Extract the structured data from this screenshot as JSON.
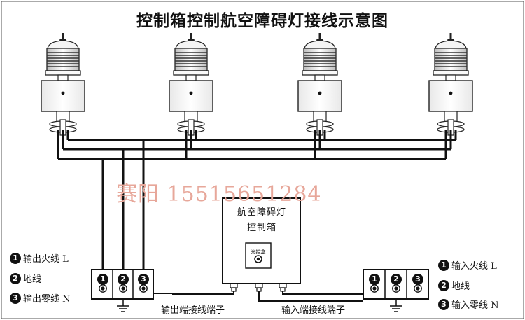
{
  "title": "控制箱控制航空障碍灯接线示意图",
  "watermark": "赛阳 15515651284",
  "control_box": {
    "line1": "航空障碍灯",
    "line2": "控制箱",
    "sensor_label": "光控盒"
  },
  "output_terminal": {
    "label": "输出端接线端子",
    "numbers": [
      "1",
      "2",
      "3"
    ]
  },
  "input_terminal": {
    "label": "输入端接线端子",
    "numbers": [
      "1",
      "2",
      "3"
    ]
  },
  "legend_left": [
    {
      "num": "1",
      "text": "输出火线 L"
    },
    {
      "num": "2",
      "text": "地线"
    },
    {
      "num": "3",
      "text": "输出零线 N"
    }
  ],
  "legend_right": [
    {
      "num": "1",
      "text": "输入火线 L"
    },
    {
      "num": "2",
      "text": "地线"
    },
    {
      "num": "3",
      "text": "输入零线 N"
    }
  ],
  "colors": {
    "line": "#111111",
    "watermark": "#e7a79a",
    "lamp_shade": "#f2f2f2"
  },
  "icons": [
    "obstruction-light-icon",
    "ground-symbol-icon",
    "photo-sensor-icon",
    "cable-gland-icon"
  ]
}
